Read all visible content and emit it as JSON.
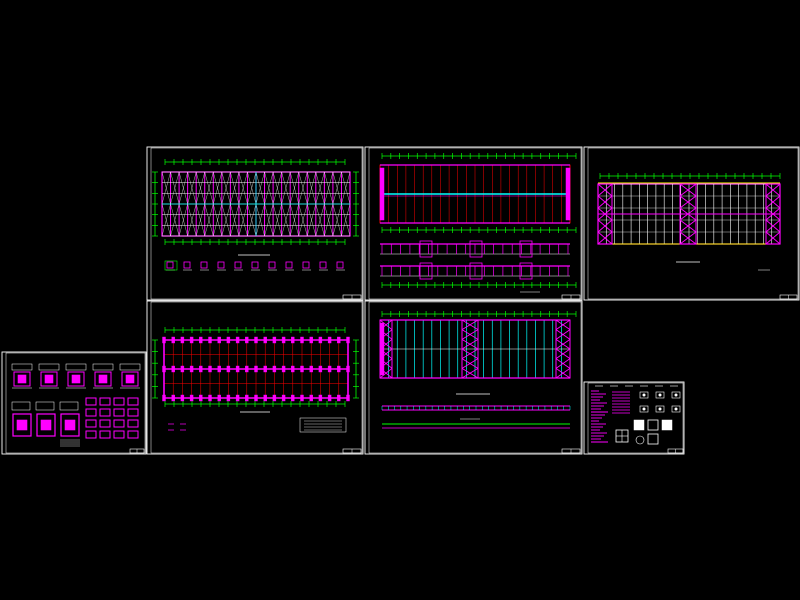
{
  "viewer": {
    "background_color": "#000000",
    "colors": {
      "frame": "#ffffff",
      "grid_axis": "#00ff00",
      "wall": "#ff00ff",
      "beam": "#ff0000",
      "column_line": "#00ffff",
      "purlin": "#ffff00"
    }
  },
  "sheets": [
    {
      "id": "foundation-details",
      "kind": "details"
    },
    {
      "id": "roof-plan",
      "kind": "roof"
    },
    {
      "id": "elevations",
      "kind": "elevation"
    },
    {
      "id": "purlin-plan",
      "kind": "purlin"
    },
    {
      "id": "column-plan",
      "kind": "plan"
    },
    {
      "id": "bracing-plan",
      "kind": "bracing"
    },
    {
      "id": "general-notes",
      "kind": "notes"
    }
  ]
}
